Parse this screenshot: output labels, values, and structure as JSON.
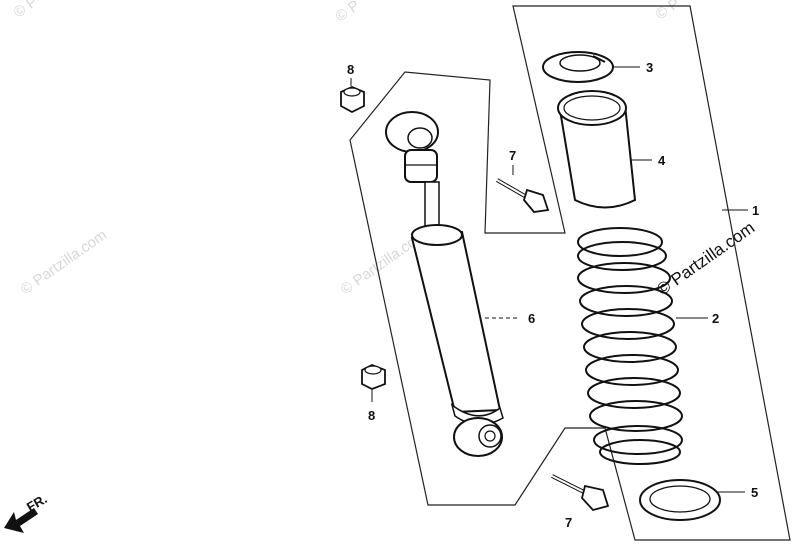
{
  "watermark": {
    "text": "© Partzilla.com",
    "partial_text": "© P"
  },
  "callouts": {
    "c1": "1",
    "c2": "2",
    "c3": "3",
    "c4": "4",
    "c5": "5",
    "c6": "6",
    "c7_top": "7",
    "c7_bottom": "7",
    "c8_top": "8",
    "c8_bottom": "8"
  },
  "direction_indicator": {
    "label": "FR.",
    "icon": "front-direction-arrow-icon"
  }
}
